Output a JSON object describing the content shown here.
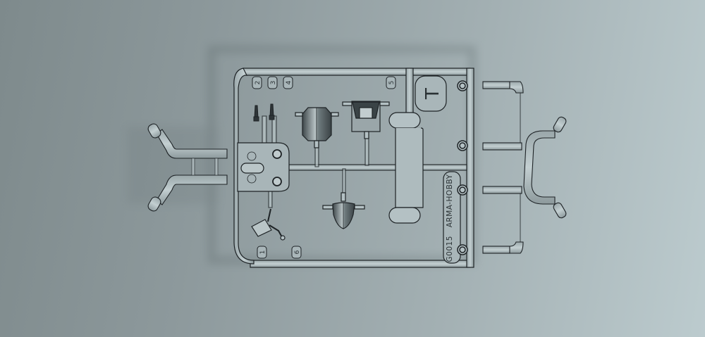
{
  "scene": {
    "description": "Render of clear plastic model kit sprue",
    "background": {
      "left": "#7e8a8c",
      "right": "#bccbce"
    },
    "outline_color": "#1e2326",
    "plastic_color": "#b4c1c4"
  },
  "sprue": {
    "code_label": "G0015",
    "brand_label": "ARMA-HOBBY",
    "sprue_letter": "T",
    "part_numbers": [
      "1",
      "2",
      "3",
      "4",
      "5",
      "6"
    ]
  }
}
